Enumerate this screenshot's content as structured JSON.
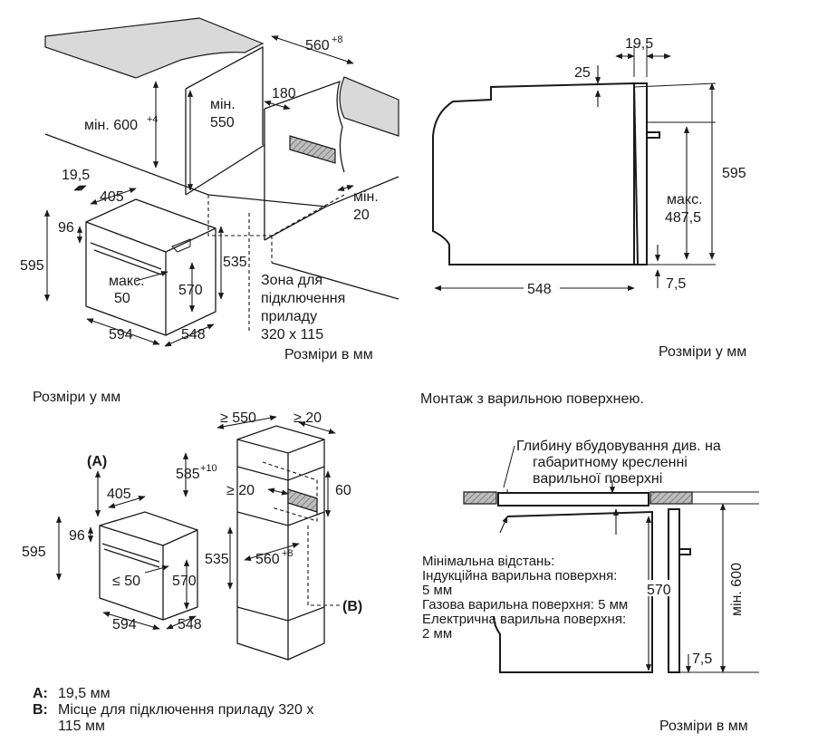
{
  "panel1": {
    "dims": {
      "d560": "560",
      "d560_sup": "+8",
      "min600": "мін. 600",
      "min600_sup": "+4",
      "min550_a": "мін.",
      "min550_b": "550",
      "d180": "180",
      "min20_a": "мін.",
      "min20_b": "20",
      "d19_5": "19,5",
      "d405": "405",
      "d96": "96",
      "d595": "595",
      "max50_a": "макс.",
      "max50_b": "50",
      "d570": "570",
      "d535": "535",
      "d594": "594",
      "d548": "548"
    },
    "zone": [
      "Зона для",
      "підключення",
      "приладу",
      "320 x 115"
    ],
    "caption": "Розміри в мм"
  },
  "panel2": {
    "dims": {
      "d19_5": "19,5",
      "d25": "25",
      "d595": "595",
      "max_a": "макс.",
      "max_b": "487,5",
      "d548": "548",
      "d7_5": "7,5"
    },
    "caption": "Розміри у мм"
  },
  "panel3": {
    "caption": "Розміри у мм",
    "dims": {
      "ge550": "≥ 550",
      "ge20_top": "≥ 20",
      "A": "(A)",
      "d405": "405",
      "d585": "585",
      "d585_sup": "+10",
      "ge20": "≥ 20",
      "d60": "60",
      "d96": "96",
      "d595": "595",
      "le50": "≤ 50",
      "d570": "570",
      "d535": "535",
      "d560": "560",
      "d560_sup": "+8",
      "B": "(B)",
      "d594": "594",
      "d548": "548"
    },
    "legend": {
      "a_key": "A:",
      "a_text": "19,5 мм",
      "b_key": "B:",
      "b_text_1": "Місце для підключення приладу 320 x",
      "b_text_2": "115 мм"
    }
  },
  "panel4": {
    "title": "Монтаж з варильною поверхнею.",
    "note": [
      "Глибину вбудовування див. на",
      "габаритному кресленні",
      "варильної поверхні"
    ],
    "min_lines": [
      "Мінімальна відстань:",
      "Індукційна варильна поверхня:",
      "5 мм",
      "Газова варильна поверхня: 5 мм",
      "Електрична варильна поверхня:",
      "2 мм"
    ],
    "dims": {
      "d570": "570",
      "min600": "мін. 600",
      "d7_5": "7,5"
    },
    "caption": "Розміри в мм"
  }
}
